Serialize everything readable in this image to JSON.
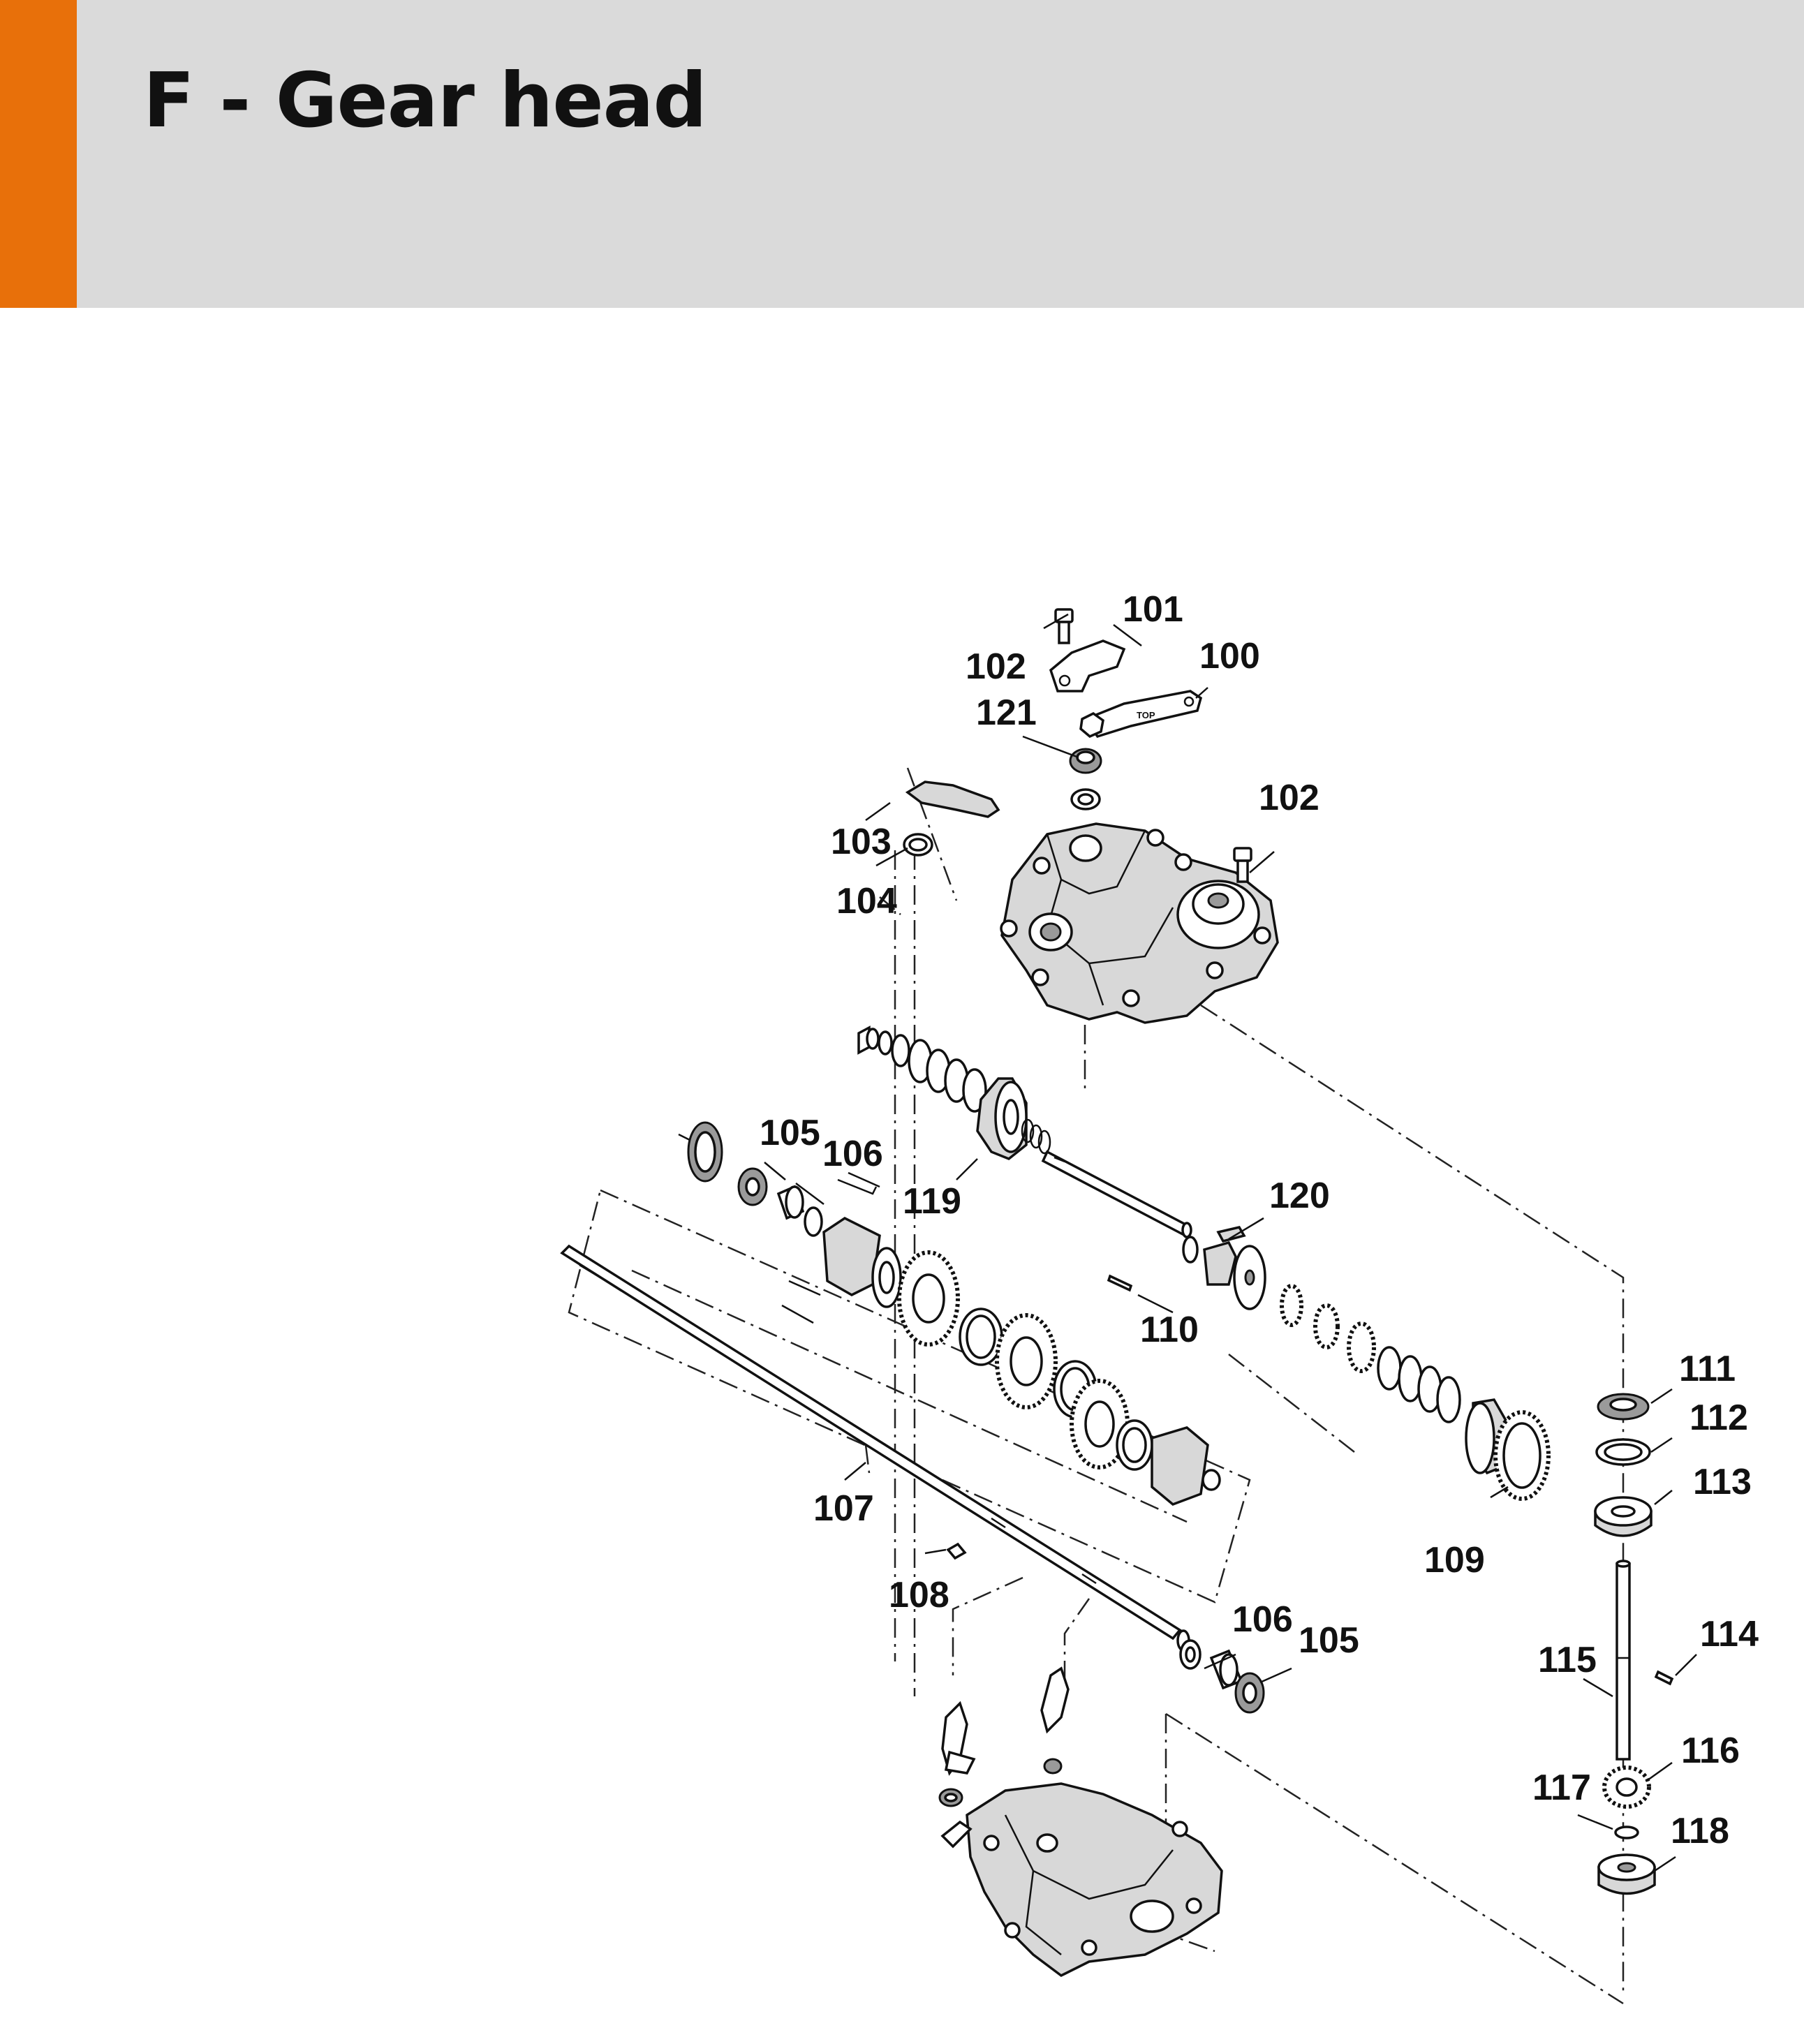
{
  "header": {
    "title": "F - Gear head",
    "accent_color": "#e8700a",
    "background_color": "#dadada"
  },
  "diagram": {
    "callouts": [
      {
        "id": "c100",
        "label": "100"
      },
      {
        "id": "c101",
        "label": "101"
      },
      {
        "id": "c102a",
        "label": "102"
      },
      {
        "id": "c102b",
        "label": "102"
      },
      {
        "id": "c103",
        "label": "103"
      },
      {
        "id": "c104",
        "label": "104"
      },
      {
        "id": "c105a",
        "label": "105"
      },
      {
        "id": "c105b",
        "label": "105"
      },
      {
        "id": "c106a",
        "label": "106"
      },
      {
        "id": "c106b",
        "label": "106"
      },
      {
        "id": "c107",
        "label": "107"
      },
      {
        "id": "c108",
        "label": "108"
      },
      {
        "id": "c109",
        "label": "109"
      },
      {
        "id": "c110",
        "label": "110"
      },
      {
        "id": "c111",
        "label": "111"
      },
      {
        "id": "c112",
        "label": "112"
      },
      {
        "id": "c113",
        "label": "113"
      },
      {
        "id": "c114",
        "label": "114"
      },
      {
        "id": "c115",
        "label": "115"
      },
      {
        "id": "c116",
        "label": "116"
      },
      {
        "id": "c117",
        "label": "117"
      },
      {
        "id": "c118",
        "label": "118"
      },
      {
        "id": "c119",
        "label": "119"
      },
      {
        "id": "c120",
        "label": "120"
      },
      {
        "id": "c121",
        "label": "121"
      }
    ],
    "lever_marking": "TOP"
  }
}
